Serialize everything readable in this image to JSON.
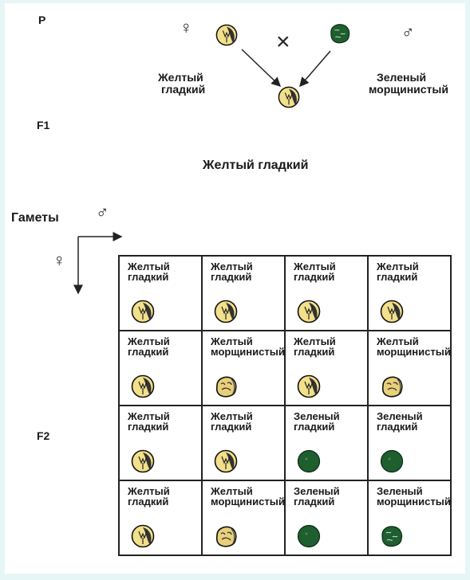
{
  "labels": {
    "p": "P",
    "f1": "F1",
    "f2": "F2",
    "female_symbol": "♀",
    "male_symbol": "♂",
    "cross_symbol": "×",
    "parent_female": [
      "Желтый",
      "гладкий"
    ],
    "parent_male": [
      "Зеленый",
      "морщинистый"
    ],
    "f1_result": "Желтый гладкий",
    "gametes": "Гаметы"
  },
  "grid": [
    [
      {
        "line1": "Желтый",
        "line2": "гладкий",
        "pea": "yellow-smooth"
      },
      {
        "line1": "Желтый",
        "line2": "гладкий",
        "pea": "yellow-smooth"
      },
      {
        "line1": "Желтый",
        "line2": "гладкий",
        "pea": "yellow-smooth"
      },
      {
        "line1": "Желтый",
        "line2": "гладкий",
        "pea": "yellow-smooth"
      }
    ],
    [
      {
        "line1": "Желтый",
        "line2": "гладкий",
        "pea": "yellow-smooth"
      },
      {
        "line1": "Желтый",
        "line2": "морщинистый",
        "pea": "yellow-wrinkled"
      },
      {
        "line1": "Желтый",
        "line2": "гладкий",
        "pea": "yellow-smooth"
      },
      {
        "line1": "Желтый",
        "line2": "морщинистый",
        "pea": "yellow-wrinkled"
      }
    ],
    [
      {
        "line1": "Желтый",
        "line2": "гладкий",
        "pea": "yellow-smooth"
      },
      {
        "line1": "Желтый",
        "line2": "гладкий",
        "pea": "yellow-smooth"
      },
      {
        "line1": "Зеленый",
        "line2": "гладкий",
        "pea": "green-smooth"
      },
      {
        "line1": "Зеленый",
        "line2": "гладкий",
        "pea": "green-smooth"
      }
    ],
    [
      {
        "line1": "Желтый",
        "line2": "гладкий",
        "pea": "yellow-smooth"
      },
      {
        "line1": "Желтый",
        "line2": "морщинистый",
        "pea": "yellow-wrinkled"
      },
      {
        "line1": "Зеленый",
        "line2": "гладкий",
        "pea": "green-smooth"
      },
      {
        "line1": "Зеленый",
        "line2": "морщинистый",
        "pea": "green-wrinkled"
      }
    ]
  ],
  "colors": {
    "yellow": "#f2e08a",
    "green": "#1f5e2e",
    "border": "#222222",
    "background": "#e6f6f6"
  }
}
